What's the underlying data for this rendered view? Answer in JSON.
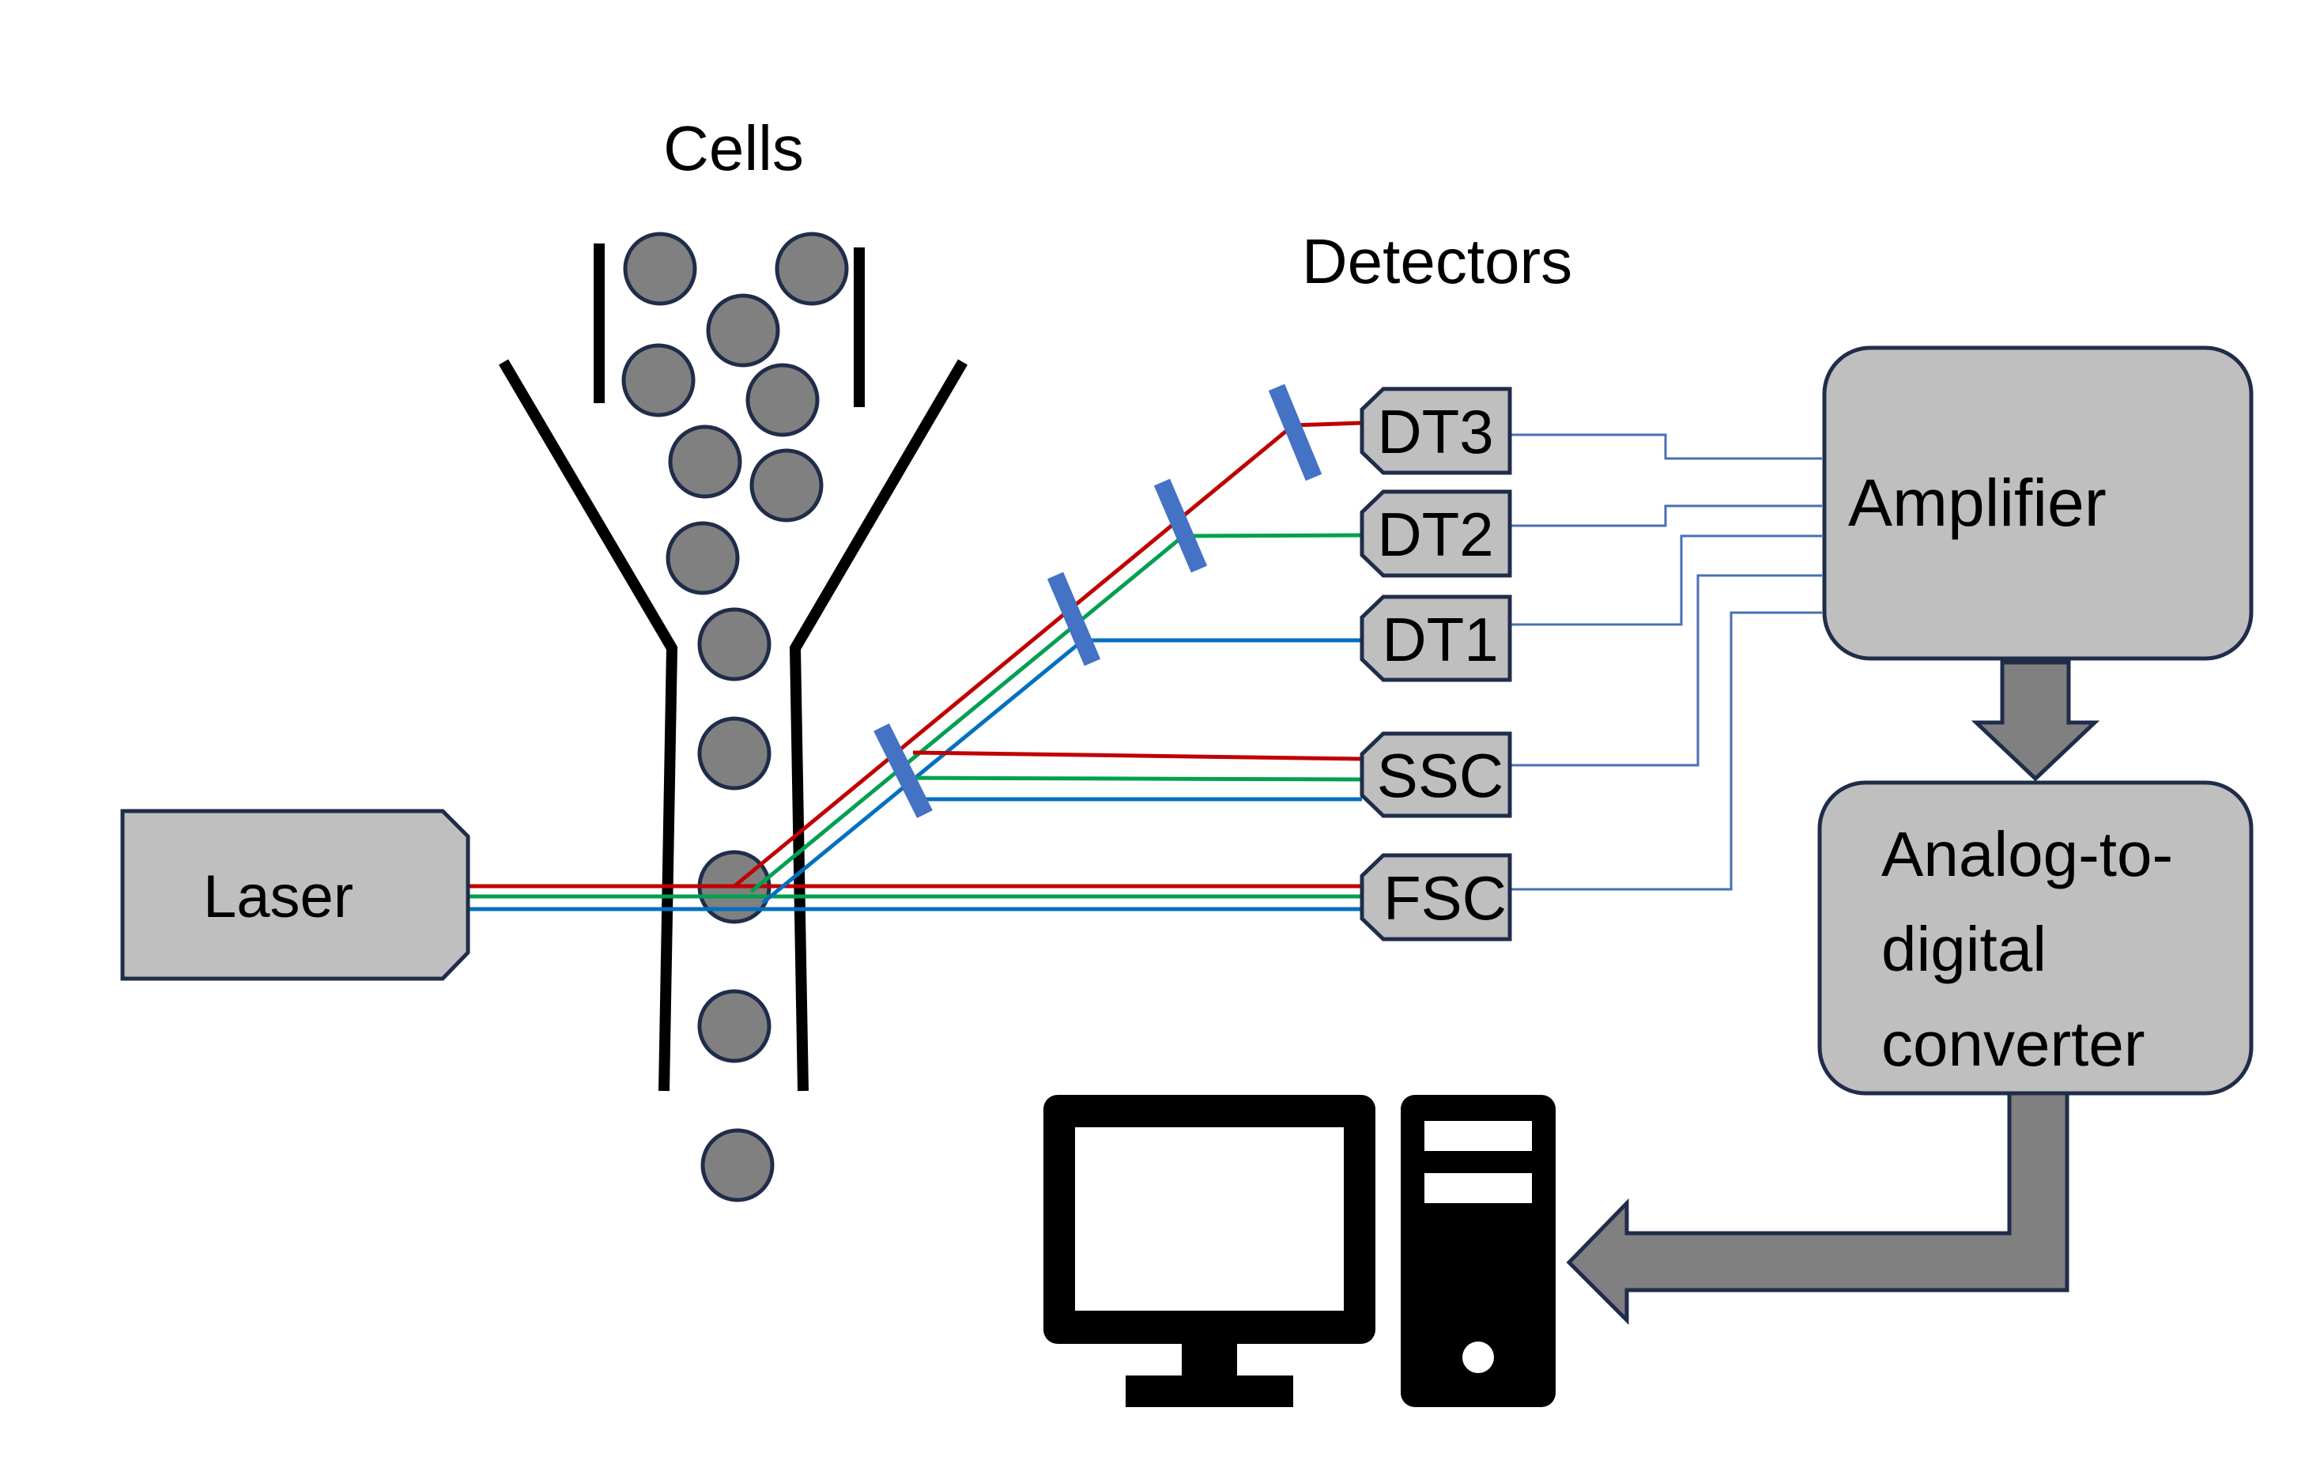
{
  "labels": {
    "cells": "Cells",
    "detectors": "Detectors",
    "laser": "Laser",
    "amplifier": "Amplifier",
    "adc_line1": "Analog-to-",
    "adc_line2": "digital",
    "adc_line3": "converter"
  },
  "detectors": [
    {
      "id": "dt3",
      "label": "DT3"
    },
    {
      "id": "dt2",
      "label": "DT2"
    },
    {
      "id": "dt1",
      "label": "DT1"
    },
    {
      "id": "ssc",
      "label": "SSC"
    },
    {
      "id": "fsc",
      "label": "FSC"
    }
  ],
  "colors": {
    "beam_red": "#c00000",
    "beam_green": "#00a050",
    "beam_blue": "#0070c0",
    "filter": "#4472c4",
    "box_fill": "#bfbfbf",
    "box_stroke": "#1f2d4a",
    "cell_fill": "#808080",
    "signal_line": "#4a6fb3",
    "arrow_fill": "#808080",
    "computer": "#000000"
  },
  "icons": {
    "computer": "desktop-computer-icon"
  }
}
